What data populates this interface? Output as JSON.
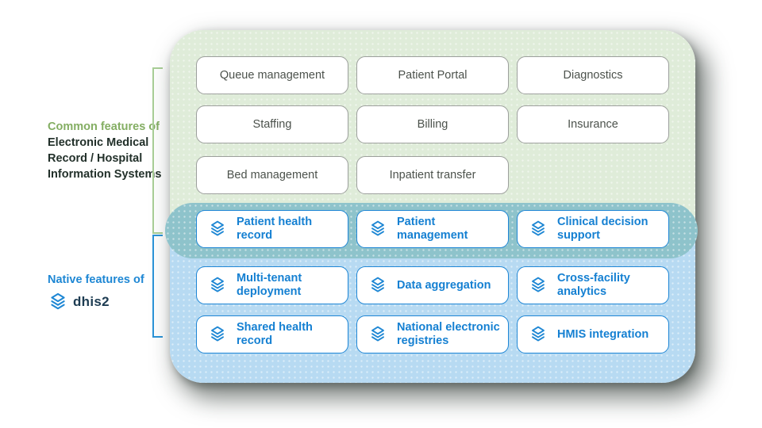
{
  "sections": {
    "emr": {
      "label_prefix": "Common features of",
      "label_emphasis": "Electronic Medical Record / Hospital Information Systems",
      "features": [
        "Queue management",
        "Patient Portal",
        "Diagnostics",
        "Staffing",
        "Billing",
        "Insurance",
        "Bed management",
        "Inpatient transfer"
      ]
    },
    "shared": {
      "features": [
        "Patient health record",
        "Patient management",
        "Clinical decision support"
      ]
    },
    "native": {
      "label_prefix": "Native features of",
      "brand": "dhis2",
      "features": [
        "Multi-tenant deployment",
        "Data aggregation",
        "Cross-facility analytics",
        "Shared health record",
        "National electronic registries",
        "HMIS integration"
      ]
    }
  },
  "icons": {
    "feature_icon": "dhis2-layers-icon",
    "brand_icon": "dhis2-layers-icon"
  },
  "colors": {
    "emr_section_bg": "#dfecd9",
    "native_section_bg": "#b7daf2",
    "overlap_band": "#8ec3cb",
    "accent_green": "#84ae63",
    "accent_blue": "#1e87d4",
    "brand_text": "#1d3c52",
    "gray_box_border": "#9c9f9c",
    "gray_box_text": "#4c524c"
  }
}
